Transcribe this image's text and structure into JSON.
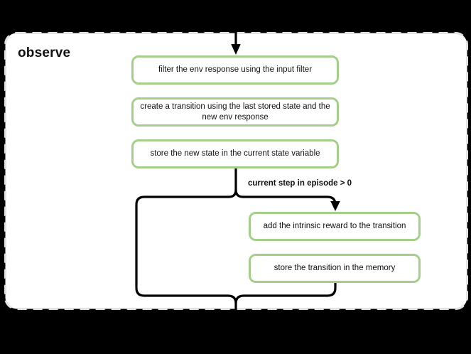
{
  "canvas": {
    "background_color": "#000000",
    "panel_fill_color": "#ffffff",
    "panel_border_color": "#e2e2e2"
  },
  "flowchart": {
    "title": "observe",
    "node_border_color": "#a4cf8a",
    "connector_color": "#000000",
    "condition_label": "current step in episode > 0",
    "nodes": [
      {
        "label": "filter the env response using the input filter"
      },
      {
        "label": "create a transition using the last stored state and the new env response"
      },
      {
        "label": "store the new state in the current state variable"
      },
      {
        "label": "add the intrinsic reward to the transition"
      },
      {
        "label": "store the transition in the memory"
      }
    ]
  }
}
